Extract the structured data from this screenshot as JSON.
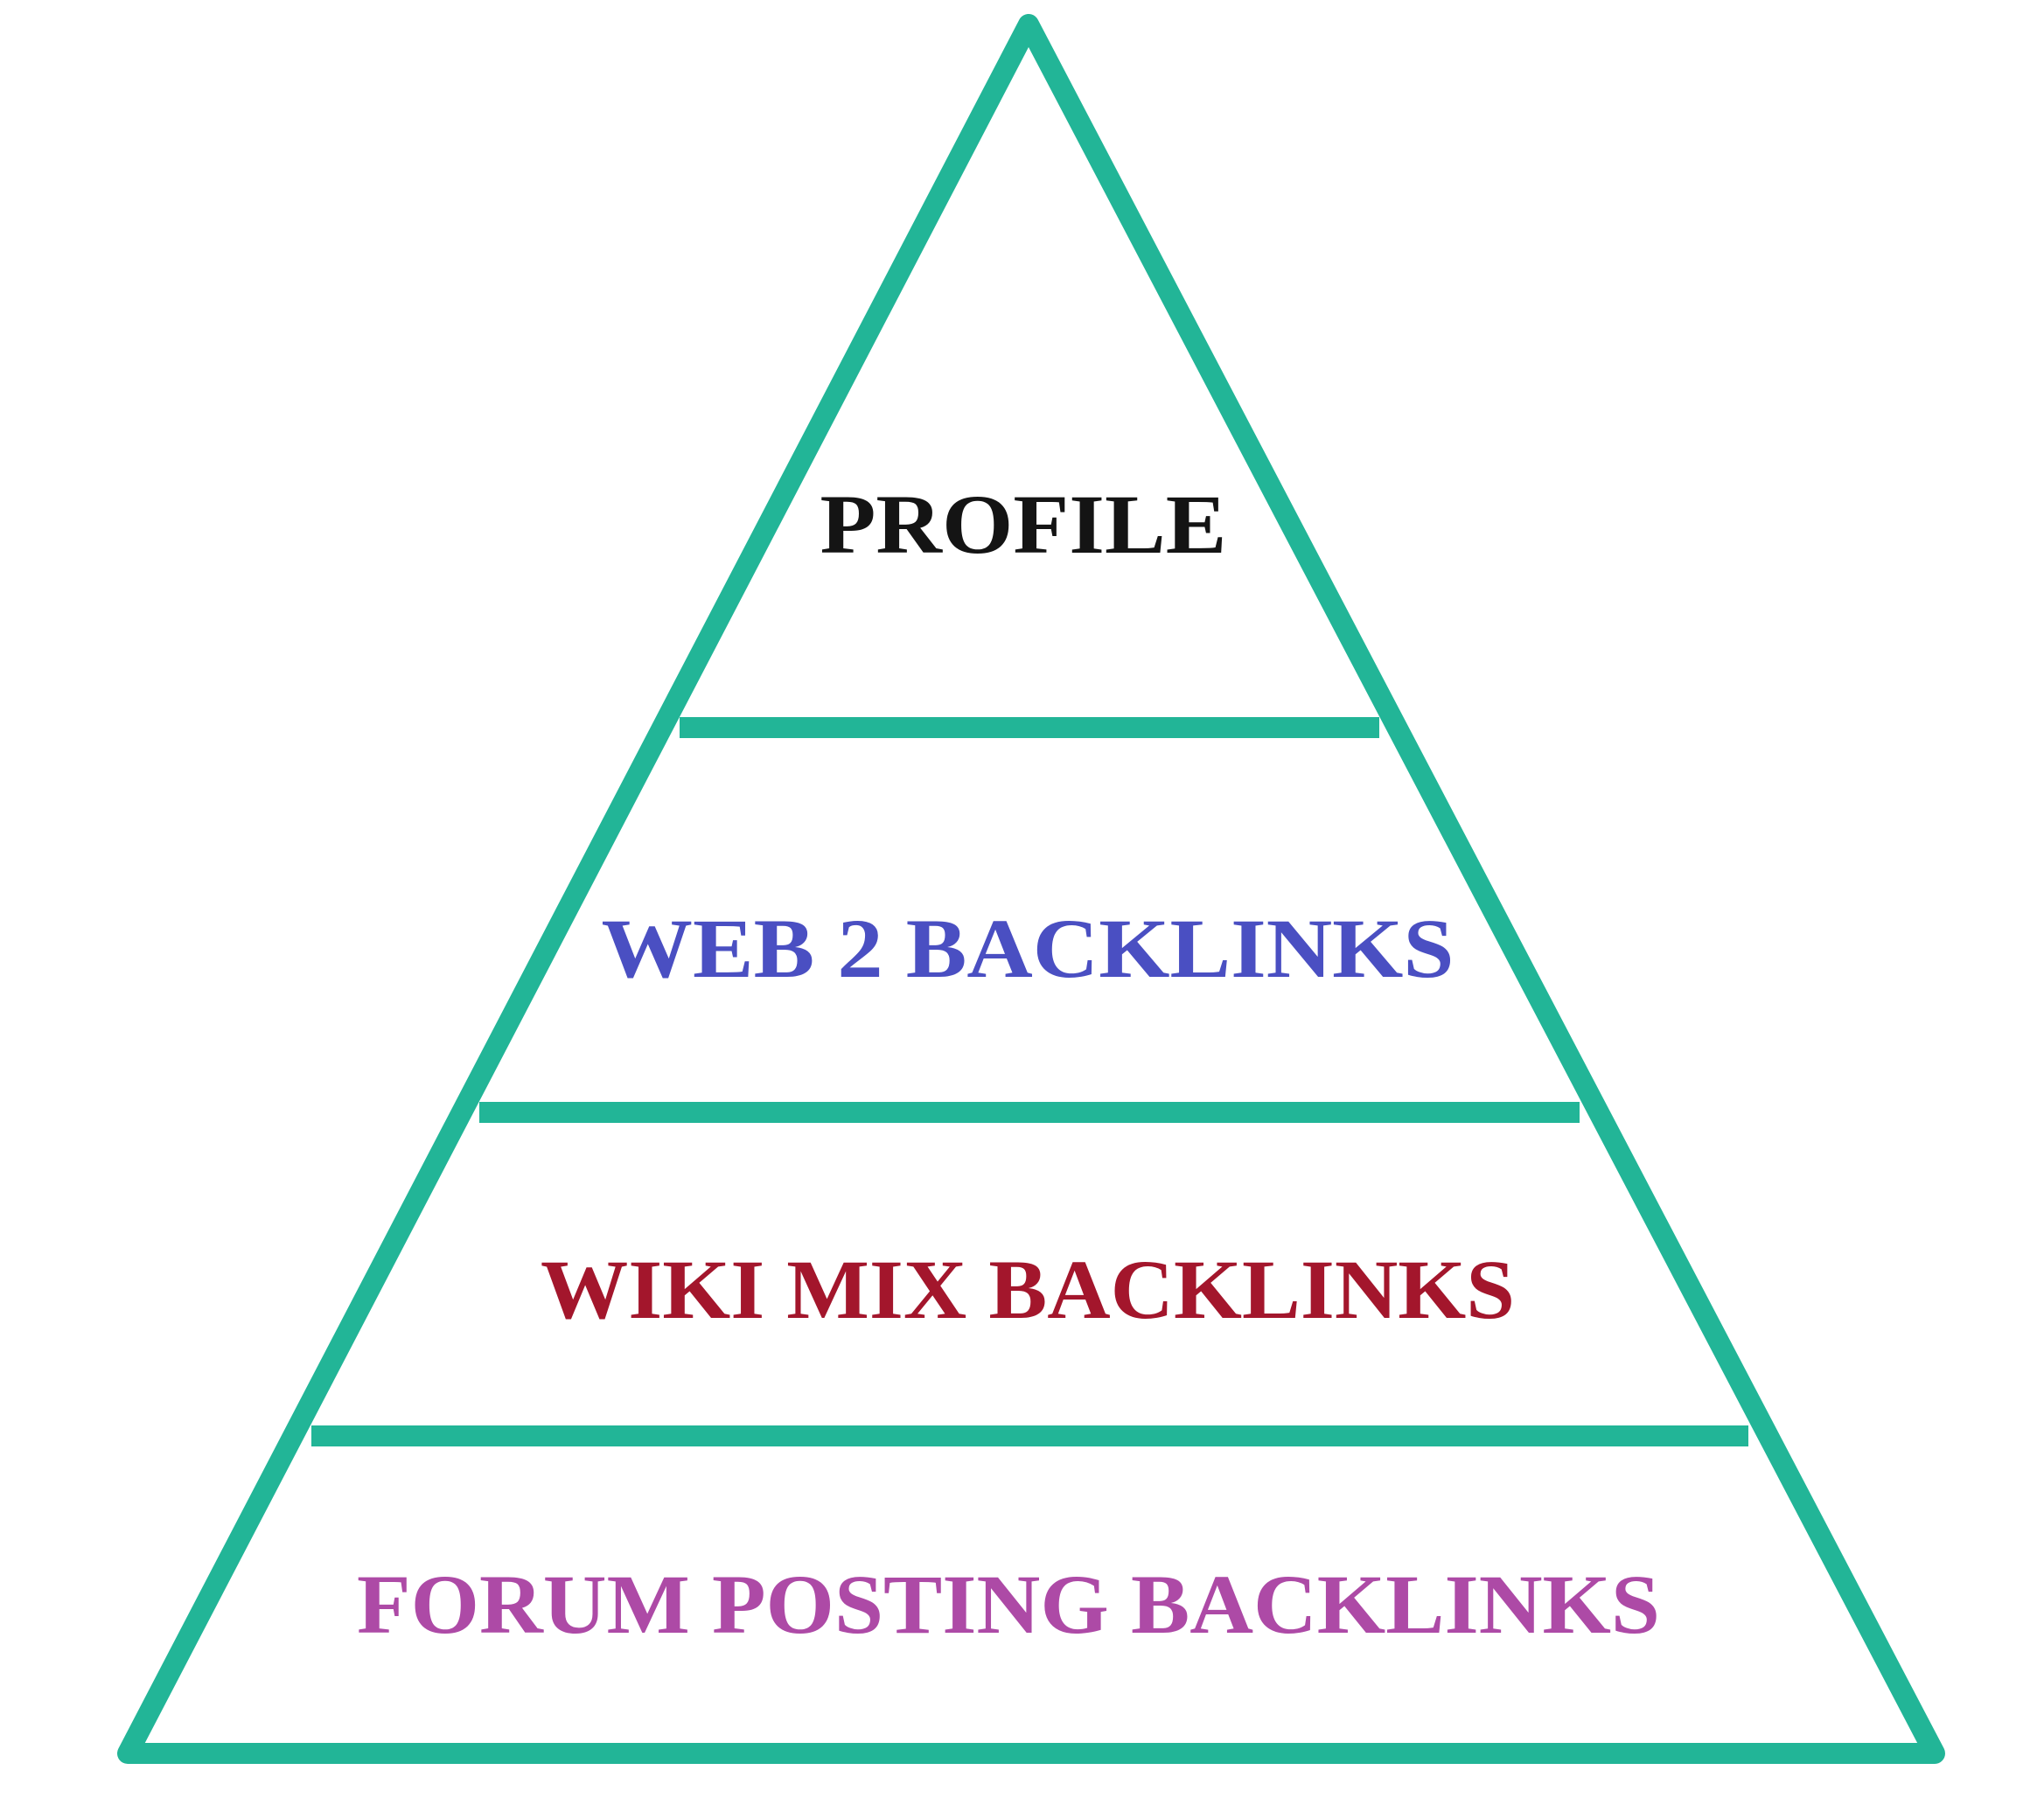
{
  "diagram": {
    "type": "pyramid",
    "outline_color": "#22b597",
    "tiers": [
      {
        "label": "PROFILE",
        "color": "#141414"
      },
      {
        "label": "WEB 2 BACKLINKS",
        "color": "#4a4fc2"
      },
      {
        "label": "WIKI MIX BACKLINKS",
        "color": "#a3162c"
      },
      {
        "label": "FORUM POSTING BACKLINKS",
        "color": "#ad4aa6"
      }
    ]
  }
}
